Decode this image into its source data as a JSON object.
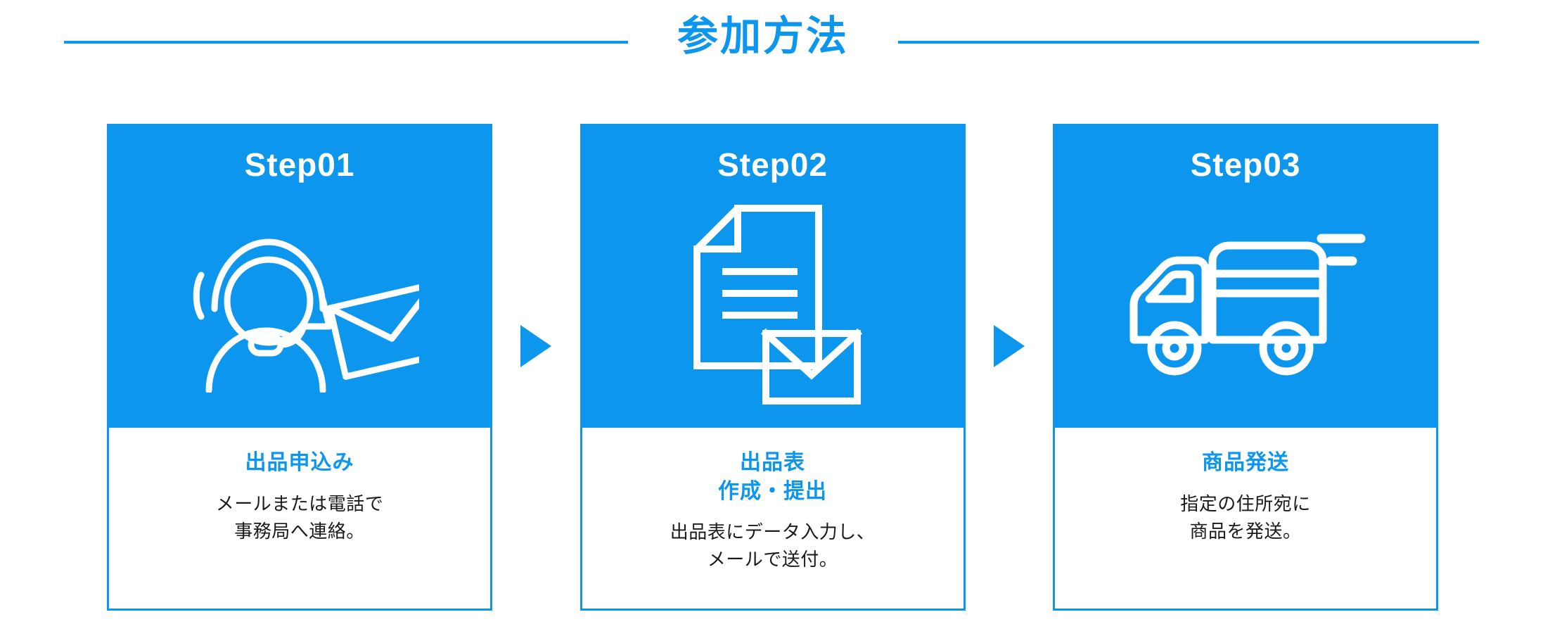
{
  "header": {
    "title": "参加方法",
    "rule_color": "#0d96ee"
  },
  "theme": {
    "accent": "#0d96ee",
    "card_bg": "#ffffff",
    "head_bg": "#0d96ee",
    "body_text": "#1a1a1a",
    "step_text": "#ffffff"
  },
  "arrows": [
    {
      "name": "arrow-step1-to-step2",
      "glyph": "triangle-right-icon"
    },
    {
      "name": "arrow-step2-to-step3",
      "glyph": "triangle-right-icon"
    }
  ],
  "steps": [
    {
      "step_label": "Step01",
      "icon": "headset-operator-envelope-icon",
      "title": "出品申込み",
      "title_lines": [
        "出品申込み"
      ],
      "desc_lines": [
        "メールまたは電話で",
        "事務局へ連絡。"
      ]
    },
    {
      "step_label": "Step02",
      "icon": "document-envelope-icon",
      "title": "出品表 作成・提出",
      "title_lines": [
        "出品表",
        "作成・提出"
      ],
      "desc_lines": [
        "出品表にデータ入力し、",
        "メールで送付。"
      ]
    },
    {
      "step_label": "Step03",
      "icon": "delivery-truck-icon",
      "title": "商品発送",
      "title_lines": [
        "商品発送"
      ],
      "desc_lines": [
        "指定の住所宛に",
        "商品を発送。"
      ]
    }
  ]
}
